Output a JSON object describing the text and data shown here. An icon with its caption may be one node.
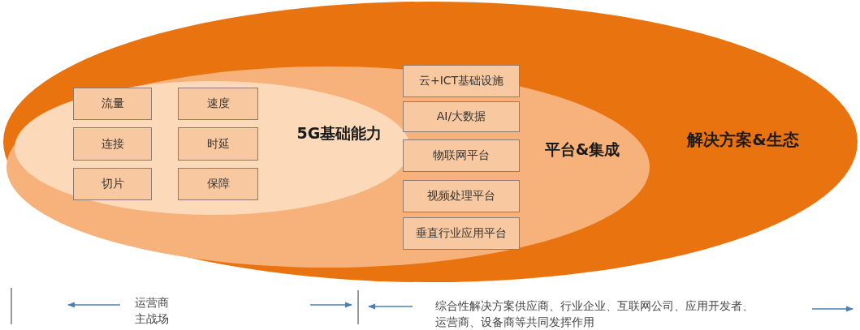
{
  "diagram": {
    "nodes": [
      {
        "text": [
          "解决方案&生态"
        ]
      },
      {
        "text": [
          "平台&集成"
        ],
        "in": 0
      },
      {
        "text": [
          "5G基础能力"
        ],
        "in": 1
      },
      {
        "text": [
          "流量"
        ],
        "in": 2
      },
      {
        "text": [
          "速度"
        ],
        "in": 2
      },
      {
        "text": [
          "连接"
        ],
        "in": 2
      },
      {
        "text": [
          "时延"
        ],
        "in": 2
      },
      {
        "text": [
          "切片"
        ],
        "in": 2
      },
      {
        "text": [
          "保障"
        ],
        "in": 2
      },
      {
        "text": [
          "云+ICT基础设施"
        ],
        "in": 1
      },
      {
        "text": [
          "AI/大数据"
        ],
        "in": 1
      },
      {
        "text": [
          "物联网平台"
        ],
        "in": 1
      },
      {
        "text": [
          "视频处理平台"
        ],
        "in": 1
      },
      {
        "text": [
          "垂直行业应用平台"
        ],
        "in": 1
      }
    ],
    "labels": [
      "运营商主战场",
      "综合性解决方案供应商、行业企业、互联网公司、应用开发者、运营商、设备商等共同发挥作用"
    ]
  }
}
